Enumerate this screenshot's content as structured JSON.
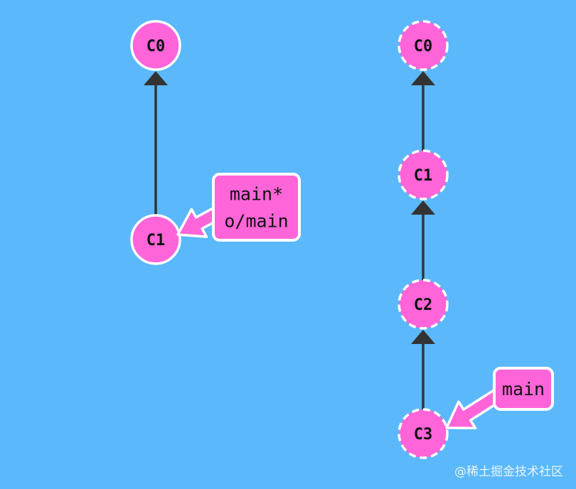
{
  "colors": {
    "background": "#5bb8fb",
    "commit_fill": "#ff64d8",
    "commit_stroke": "#ffffff",
    "edge": "#333333",
    "label_text": "#111111"
  },
  "local_repo": {
    "commits": [
      {
        "id": "C0",
        "label": "C0",
        "parent": null
      },
      {
        "id": "C1",
        "label": "C1",
        "parent": "C0"
      }
    ],
    "branch_tags": [
      {
        "target": "C1",
        "lines": [
          "main*",
          "o/main"
        ]
      }
    ]
  },
  "remote_repo": {
    "commits": [
      {
        "id": "C0",
        "label": "C0",
        "parent": null
      },
      {
        "id": "C1",
        "label": "C1",
        "parent": "C0"
      },
      {
        "id": "C2",
        "label": "C2",
        "parent": "C1"
      },
      {
        "id": "C3",
        "label": "C3",
        "parent": "C2"
      }
    ],
    "branch_tags": [
      {
        "target": "C3",
        "lines": [
          "main"
        ]
      }
    ]
  },
  "watermark": "@稀土掘金技术社区"
}
